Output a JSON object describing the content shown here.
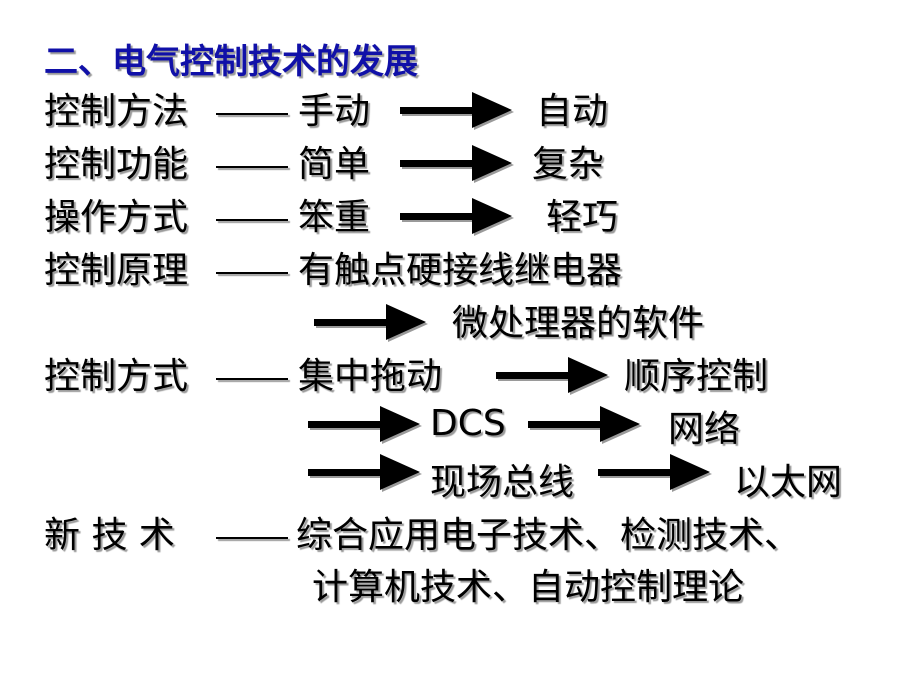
{
  "title": "二、电气控制技术的发展",
  "rows": {
    "method": {
      "label": "控制方法",
      "a": "手动",
      "b": "自动"
    },
    "function": {
      "label": "控制功能",
      "a": "简单",
      "b": "复杂"
    },
    "operation": {
      "label": "操作方式",
      "a": "笨重",
      "b": "轻巧"
    },
    "principle": {
      "label": "控制原理",
      "a": "有触点硬接线继电器",
      "b": "微处理器的软件"
    },
    "mode": {
      "label": "控制方式",
      "a": "集中拖动",
      "b": "顺序控制",
      "c": "DCS",
      "d": "网络",
      "e": "现场总线",
      "f": "以太网"
    },
    "newtech": {
      "label": "新 技 术",
      "line1": "综合应用电子技术、检测技术、",
      "line2": "计算机技术、自动控制理论"
    }
  },
  "colors": {
    "title": "#1010a8",
    "text": "#000000",
    "shadow": "#9a9a9a"
  }
}
